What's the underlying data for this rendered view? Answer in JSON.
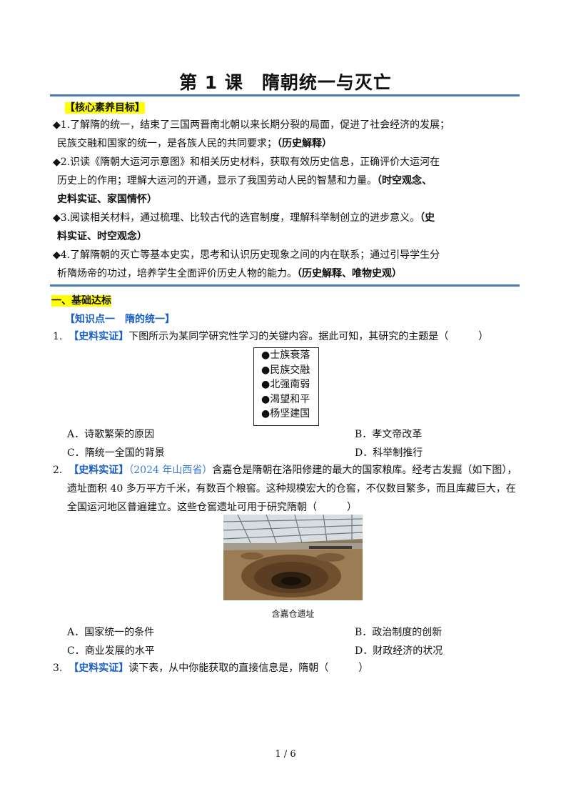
{
  "title": "第 1 课　隋朝统一与灭亡",
  "objectives": {
    "heading": "【核心素养目标】",
    "items": [
      {
        "bullet": "◆1.",
        "lines": [
          "了解隋的统一，结束了三国两晋南北朝以来长期分裂的局面，促进了社会经济的发展；",
          "民族交融和国家的统一，是各族人民的共同要求；"
        ],
        "tag": "（历史解释）"
      },
      {
        "bullet": "◆2.",
        "lines": [
          "识读《隋朝大运河示意图》和相关历史材料，获取有效历史信息，正确评价大运河在",
          "历史上的作用；理解大运河的开通，显示了我国劳动人民的智慧和力量。"
        ],
        "tag1": "（时空观念、",
        "tag2": "史料实证、家国情怀）"
      },
      {
        "bullet": "◆3.",
        "lines": [
          "阅读相关材料，通过梳理、比较古代的选官制度，理解科举制创立的进步意义。"
        ],
        "tag1": "（史",
        "tag2": "料实证、时空观念）"
      },
      {
        "bullet": "◆4.",
        "lines": [
          "了解隋朝的灭亡等基本史实，思考和认识历史现象之间的内在联系；通过引导学生分",
          "析隋炀帝的功过，培养学生全面评价历史人物的能力。"
        ],
        "tag": "（历史解释、唯物史观）"
      }
    ]
  },
  "section1": {
    "heading": "一、基础达标",
    "knowledge_point": "【知识点一　隋的统一】"
  },
  "q1": {
    "num": "1.",
    "tag": "【史料实证】",
    "stem": "下图所示为某同学研究性学习的关键内容。据此可知，其研究的主题是（　　　）",
    "box_items": [
      "●士族衰落",
      "●民族交融",
      "●北强南弱",
      "●渴望和平",
      "●杨坚建国"
    ],
    "options": {
      "A": "A．诗歌繁荣的原因",
      "B": "B．孝文帝改革",
      "C": "C．隋统一全国的背景",
      "D": "D．科举制推行"
    }
  },
  "q2": {
    "num": "2.",
    "tag": "【史料实证】",
    "source": "（2024 年山西省）",
    "line1": "含嘉仓是隋朝在洛阳修建的最大的国家粮库。经考古发掘（如下图），",
    "line2": "遗址面积 40 多万平方千米，有数百个粮窖。这种规模宏大的仓窖，不仅数目繁多，而且库藏巨大，在",
    "line3": "全国运河地区普遍建立。这些仓窖遗址可用于研究隋朝（　　　）",
    "caption": "含嘉仓遗址",
    "options": {
      "A": "A．国家统一的条件",
      "B": "B．政治制度的创新",
      "C": "C．商业发展的水平",
      "D": "D．财政经济的状况"
    }
  },
  "q3": {
    "num": "3.",
    "tag": "【史料实证】",
    "stem": "读下表，从中你能获取的直接信息是，隋朝（　　　）"
  },
  "footer": "1 / 6",
  "colors": {
    "rule": "#4a7bb7",
    "highlight": "#ffff00",
    "tag_blue": "#1a5fc8"
  }
}
